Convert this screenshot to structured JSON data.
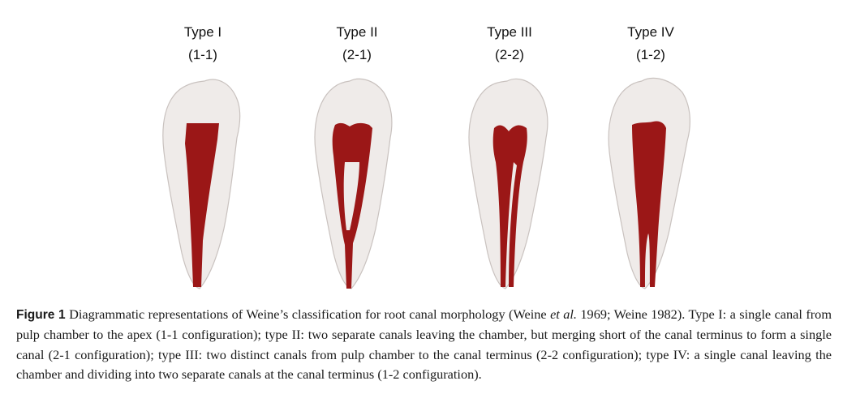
{
  "figure": {
    "types": [
      {
        "name": "Type I",
        "config": "(1-1)"
      },
      {
        "name": "Type II",
        "config": "(2-1)"
      },
      {
        "name": "Type III",
        "config": "(2-2)"
      },
      {
        "name": "Type IV",
        "config": "(1-2)"
      }
    ],
    "colors": {
      "canal": "#9b1717",
      "tooth": "#efebe9",
      "tooth_edge": "#c9c2bf"
    },
    "caption": {
      "label": "Figure 1",
      "text_before_italic": " Diagrammatic representations of Weine’s classification for root canal morphology (Weine ",
      "italic": "et al.",
      "text_after_italic": " 1969; Weine 1982). Type I: a single canal from pulp chamber to the apex (1-1 configuration); type II: two separate canals leaving the chamber, but merging short of the canal terminus to form a single canal (2-1 configuration); type III: two distinct canals from pulp chamber to the canal terminus (2-2 configuration); type IV: a single canal leaving the chamber and dividing into two separate canals at the canal terminus (1-2 configuration)."
    }
  }
}
